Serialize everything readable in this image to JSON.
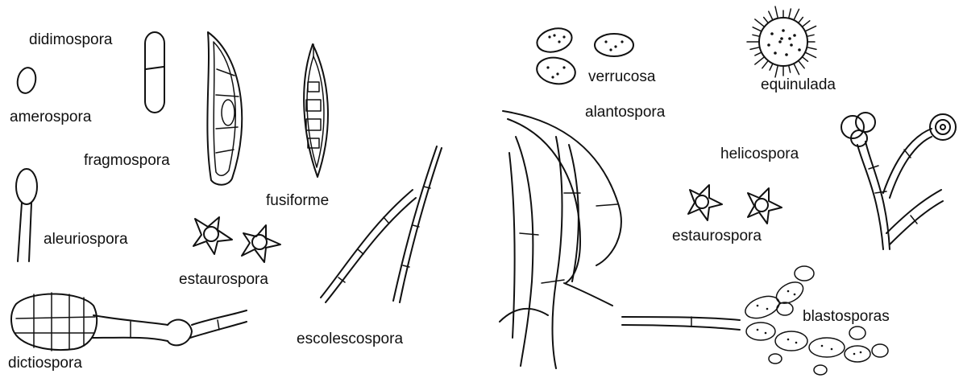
{
  "labels": {
    "didimospora": "didimospora",
    "amerospora": "amerospora",
    "fragmospora": "fragmospora",
    "fusiforme": "fusiforme",
    "aleuriospora": "aleuriospora",
    "estaurospora_left": "estaurospora",
    "escolescospora": "escolescospora",
    "dictiospora": "dictiospora",
    "verrucosa": "verrucosa",
    "equinulada": "equinulada",
    "alantospora": "alantospora",
    "helicospora": "helicospora",
    "estaurospora_right": "estaurospora",
    "blastosporas": "blastosporas"
  }
}
